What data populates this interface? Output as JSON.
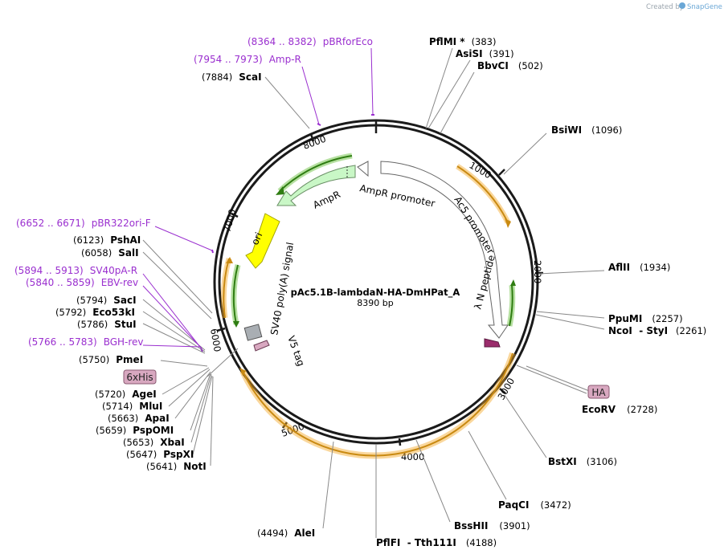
{
  "credit": {
    "prefix": "Created by",
    "brand": "SnapGene"
  },
  "plasmid": {
    "name": "pAc5.1B-lambdaN-HA-DmHPat_A",
    "size_label": "8390 bp"
  },
  "ticks": [
    "1000",
    "2000",
    "3000",
    "4000",
    "5000",
    "6000",
    "7000",
    "8000"
  ],
  "sites": [
    {
      "name": "PflMI *",
      "pos": "(383)"
    },
    {
      "name": "AsiSI",
      "pos": "(391)"
    },
    {
      "name": "BbvCI",
      "pos": "(502)"
    },
    {
      "name": "BsiWI",
      "pos": "(1096)"
    },
    {
      "name": "AflII",
      "pos": "(1934)"
    },
    {
      "name": "PpuMI",
      "pos": "(2257)"
    },
    {
      "name": "NcoI  - StyI",
      "pos": "(2261)"
    },
    {
      "name": "EcoRV",
      "pos": "(2728)"
    },
    {
      "name": "BstXI",
      "pos": "(3106)"
    },
    {
      "name": "PaqCI",
      "pos": "(3472)"
    },
    {
      "name": "BssHII",
      "pos": "(3901)"
    },
    {
      "name": "PflFI  - Tth111I",
      "pos": "(4188)"
    },
    {
      "name": "AleI",
      "pos": "(4494)"
    },
    {
      "name": "NotI",
      "pos": "(5641)"
    },
    {
      "name": "PspXI",
      "pos": "(5647)"
    },
    {
      "name": "XbaI",
      "pos": "(5653)"
    },
    {
      "name": "PspOMI",
      "pos": "(5659)"
    },
    {
      "name": "ApaI",
      "pos": "(5663)"
    },
    {
      "name": "MluI",
      "pos": "(5714)"
    },
    {
      "name": "AgeI",
      "pos": "(5720)"
    },
    {
      "name": "PmeI",
      "pos": "(5750)"
    },
    {
      "name": "StuI",
      "pos": "(5786)"
    },
    {
      "name": "Eco53kI",
      "pos": "(5792)"
    },
    {
      "name": "SacI",
      "pos": "(5794)"
    },
    {
      "name": "SalI",
      "pos": "(6058)"
    },
    {
      "name": "PshAI",
      "pos": "(6123)"
    },
    {
      "name": "ScaI",
      "pos": "(7884)"
    }
  ],
  "primers": [
    {
      "range": "(8364 .. 8382)",
      "name": "pBRforEco"
    },
    {
      "range": "(7954 .. 7973)",
      "name": "Amp-R"
    },
    {
      "range": "(6652 .. 6671)",
      "name": "pBR322ori-F"
    },
    {
      "range": "(5894 .. 5913)",
      "name": "SV40pA-R"
    },
    {
      "range": "(5840 .. 5859)",
      "name": "EBV-rev"
    },
    {
      "range": "(5766 .. 5783)",
      "name": "BGH-rev"
    }
  ],
  "tags": [
    "6xHis",
    "HA"
  ],
  "features": {
    "ampr_promoter": "AmpR promoter",
    "ac5_promoter": "Ac5 promoter",
    "ampr": "AmpR",
    "ori": "ori",
    "sv40": "SV40 poly(A) signal",
    "v5": "V5 tag",
    "lambda_n": "λ N peptide"
  },
  "colors": {
    "primer": "#9a2fcf",
    "orf": "#f5a623",
    "orf_inner": "#5dbb2f",
    "ampr_fill": "#c9f7c6",
    "ori_fill": "#ffff00",
    "promoter_fill": "#ffffff",
    "tag_fill": "#d8a8c0",
    "lambda_fill": "#9b2c6c",
    "polya_fill": "#a9aeb3"
  }
}
